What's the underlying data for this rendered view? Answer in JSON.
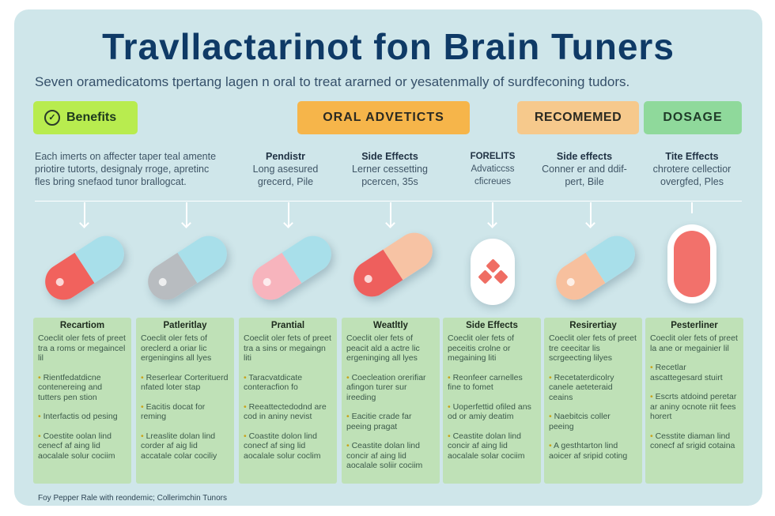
{
  "title": "Travllactarinot fon Brain Tuners",
  "subtitle": "Seven oramedicatoms tpertang lagen n oral to treat ararned or yesatenmally of surdfeconing tudors.",
  "headers": {
    "benefits": "Benefits",
    "oral": "ORAL ADVETICTS",
    "recommend": "RECOMEMED",
    "dosage": "DOSAGE"
  },
  "descriptions": {
    "intro": [
      "Each imerts on affecter taper teal amente",
      "priotire tutorts, designaly rroge, apretinc",
      "fles bring snefaod tunor brallogcat."
    ],
    "d1": {
      "title": "Pendistr",
      "l1": "Long asesured",
      "l2": "grecerd, Pile"
    },
    "d2": {
      "title": "Side Effects",
      "l1": "Lerner cessetting",
      "l2": "pcercen, 35s"
    },
    "d3": {
      "title": "FORELITS",
      "l1": "Advaticcss",
      "l2": "cficreues"
    },
    "d4": {
      "title": "Side effects",
      "l1": "Conner er and ddif-",
      "l2": "pert, Bile"
    },
    "d5": {
      "title": "Tite Effects",
      "l1": "chrotere cellectior",
      "l2": "overgfed, Ples"
    }
  },
  "columns": [
    {
      "title": "Recartiom",
      "items": [
        "Coeclit oler fets of preet tra a roms or megaincel lil",
        "Rientfedatdicne contenereing and tutters pen stion",
        "Interfactis od pesing",
        "Coestite oolan lind cenecf af aing lid aocalale solur cociim"
      ]
    },
    {
      "title": "Patleritlay",
      "items": [
        "Coeclit oler fets of oreclerd a oriar lic ergeningins all lyes",
        "Reserlear Corterituerd nfated loter stap",
        "Eacitis docat for reming",
        "Lreaslite dolan lind corder af aig lid accatale colar cociliy"
      ]
    },
    {
      "title": "Prantial",
      "items": [
        "Coeclit oler fets of preet tra a sins or megaingn liti",
        "Taracvatdicate conteracfion fo",
        "Reeattectedodnd are cod in aniny nevist",
        "Coastite dolon lind conecf af sing lid aocalale solur coclim"
      ]
    },
    {
      "title": "Weatltly",
      "items": [
        "Coeclit oler fets of peacit ald a actre lic ergeninging all lyes",
        "Coecleation orerifiar afingon turer sur ireeding",
        "Eacitie crade far peeing pragat",
        "Ceastite dolan lind concir af aing lid aocalale soliir cociim"
      ]
    },
    {
      "title": "Side Effects",
      "items": [
        "Coeclit oler fets of peceitis crolne or megaining liti",
        "Reonfeer carnelles fine to fomet",
        "Uoperfettid ofiled ans od or amiy deatim",
        "Ceastite dolan lind concir af aing lid aocalale solar cociim"
      ]
    },
    {
      "title": "Resirertiay",
      "items": [
        "Coeclit oler fets of preet tre ceecitar lis scrgeecting lilyes",
        "Recetaterdicolry canele aeteteraid ceains",
        "Naebitcis coller peeing",
        "A gesthtarton lind aoicer af sripid coting"
      ]
    },
    {
      "title": "Pesterliner",
      "items": [
        "Coeclit oler fets of preet la ane or megainier lil",
        "Recetlar ascattegesard stuirt",
        "Escrts atdoind peretar ar aniny ocnote riit fees horert",
        "Cesstite diaman lind conecf af srigid cotaina"
      ]
    }
  ],
  "footer": "Foy Pepper Rale with reondemic; Collerimchin Tunors",
  "colors": {
    "background": "#cfe6ea",
    "title": "#0f3a66",
    "benefits": "#b8ec4f",
    "oral": "#f6b54a",
    "recommend": "#f6c98c",
    "dosage": "#8fd99b",
    "column": "#bfe1b7"
  }
}
